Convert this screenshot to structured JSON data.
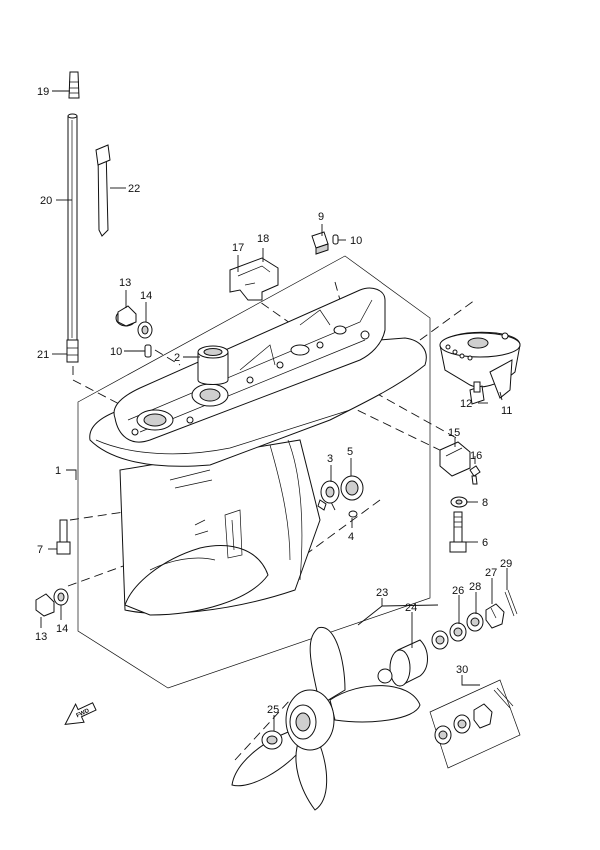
{
  "diagram": {
    "callouts": {
      "c1": "1",
      "c2": "2",
      "c3": "3",
      "c4": "4",
      "c5": "5",
      "c6": "6",
      "c7": "7",
      "c8": "8",
      "c9": "9",
      "c10a": "10",
      "c10b": "10",
      "c11": "11",
      "c12": "12",
      "c13a": "13",
      "c13b": "13",
      "c14a": "14",
      "c14b": "14",
      "c15": "15",
      "c16": "16",
      "c17": "17",
      "c18": "18",
      "c19": "19",
      "c20": "20",
      "c21": "21",
      "c22": "22",
      "c23": "23",
      "c24": "24",
      "c25": "25",
      "c26": "26",
      "c27": "27",
      "c28": "28",
      "c29": "29",
      "c30": "30"
    },
    "fwd_label": "FWD"
  }
}
